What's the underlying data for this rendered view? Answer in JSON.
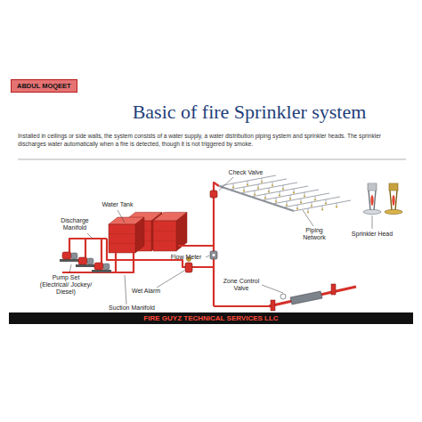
{
  "diagram": {
    "title": "Basic of fire Sprinkler system",
    "nodes": [
      {
        "text": [
          "ABDUL MOQEET"
        ]
      },
      {
        "text": [
          "FIRE GUYZ TECHNICAL SERVICES LLC"
        ]
      }
    ],
    "labels": [
      "Installed in ceilings or side walls, the system consists of a water supply, a water distribution piping system and sprinkler heads. The sprinkler discharges water automatically when a fire is detected, though it is not triggered by smoke.",
      "Check Valve",
      "Water Tank",
      "Discharge Manifold",
      "Piping Network",
      "Sprinkler Head",
      "Flow Meter",
      "Pump Set (Electrical/ Jockey/ Diesel)",
      "Wet Alarm",
      "Zone Control Valve",
      "Suction Manifold"
    ]
  }
}
